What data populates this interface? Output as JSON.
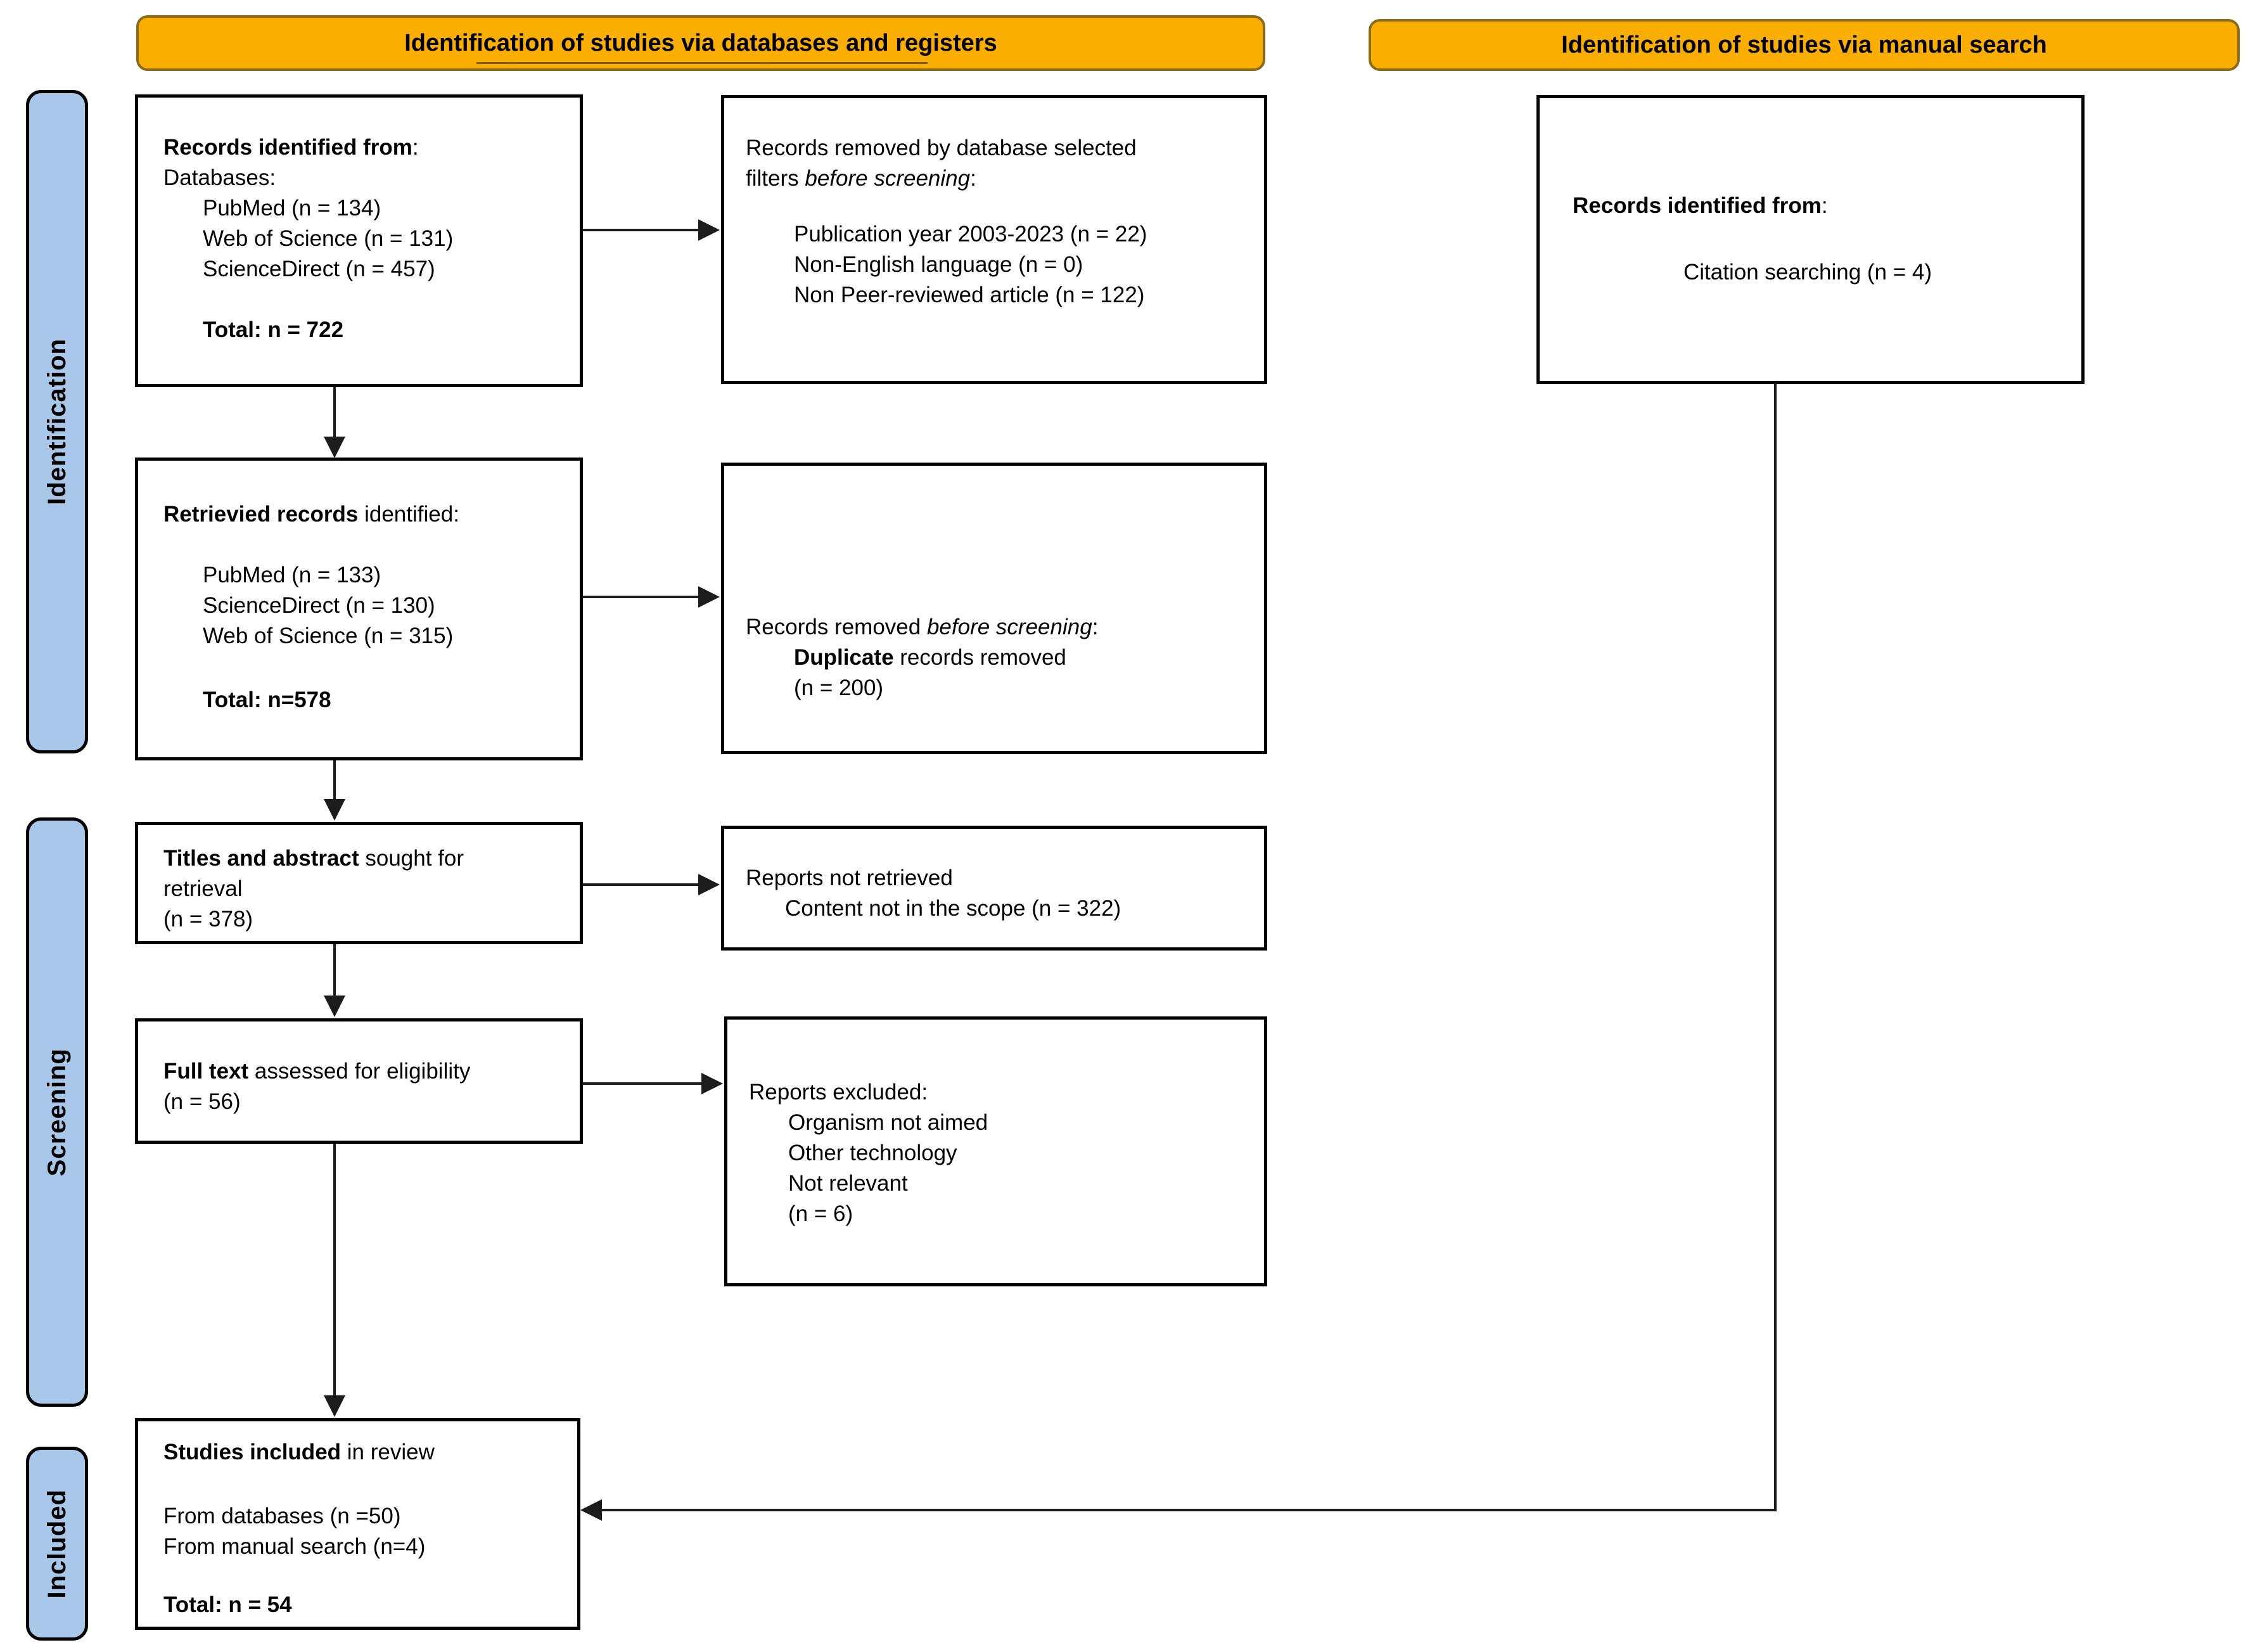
{
  "banners": {
    "left": "Identification of studies via databases and registers",
    "right": "Identification of studies via manual search"
  },
  "stages": {
    "identification": "Identification",
    "screening": "Screening",
    "included": "Included"
  },
  "boxes": {
    "db_identified": {
      "title_bold": "Records identified from",
      "title_rest": ":",
      "subtitle": "Databases:",
      "items": [
        "PubMed (n = 134)",
        "Web of Science (n = 131)",
        "ScienceDirect (n = 457)"
      ],
      "total": "Total: n = 722"
    },
    "db_removed": {
      "line1": "Records removed by database selected",
      "line2_pre": "filters ",
      "line2_italic": "before screening",
      "line2_post": ":",
      "items": [
        "Publication year 2003-2023 (n = 22)",
        "Non-English language (n = 0)",
        "Non Peer-reviewed article (n = 122)"
      ]
    },
    "manual_identified": {
      "title_bold": "Records identified from",
      "title_rest": ":",
      "item": "Citation searching (n = 4)"
    },
    "retrieved": {
      "title_bold": "Retrievied records",
      "title_rest": " identified:",
      "items": [
        "PubMed (n = 133)",
        "ScienceDirect (n = 130)",
        "Web of Science (n = 315)"
      ],
      "total": "Total: n=578"
    },
    "dup_removed": {
      "line1_pre": "Records removed ",
      "line1_italic": "before screening",
      "line1_post": ":",
      "line2_bold": "Duplicate",
      "line2_rest": " records removed",
      "line3": "(n = 200)"
    },
    "titles_abstract": {
      "title_bold": "Titles and abstract",
      "title_rest": " sought for",
      "line2": "retrieval",
      "line3": "(n = 378)"
    },
    "not_retrieved": {
      "line1": "Reports not retrieved",
      "line2": "Content not in the scope (n = 322)"
    },
    "full_text": {
      "title_bold": "Full text",
      "title_rest": " assessed for eligibility",
      "line2": "(n = 56)"
    },
    "excluded": {
      "line1": "Reports excluded:",
      "items": [
        "Organism not aimed",
        "Other technology",
        "Not relevant",
        "(n = 6)"
      ]
    },
    "included": {
      "title_bold": "Studies included",
      "title_rest": " in review",
      "items": [
        "From databases (n =50)",
        "From manual search (n=4)"
      ],
      "total": "Total: n = 54"
    }
  },
  "colors": {
    "banner_fill": "#F9AE00",
    "banner_border": "#8a6a14",
    "stage_fill": "#A9C7E8",
    "box_border": "#000000",
    "connector": "#1c1c1c"
  }
}
